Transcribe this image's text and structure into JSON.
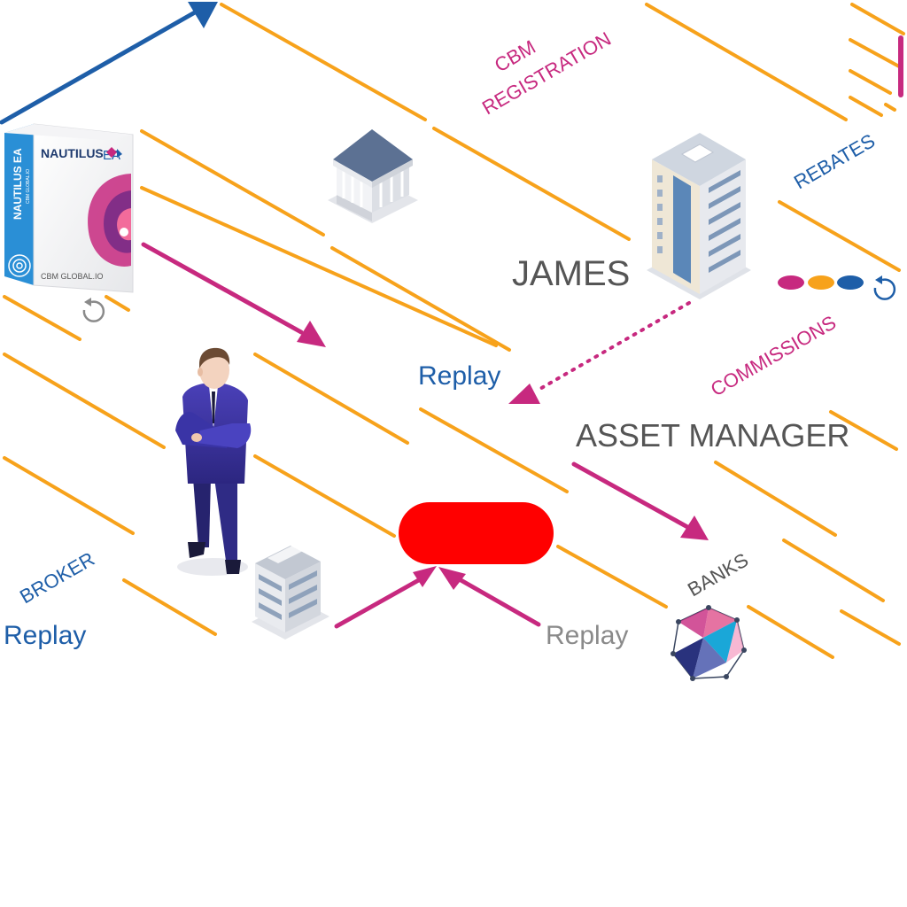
{
  "product": {
    "brand": "NAUTILUS",
    "brand_suffix": "EA",
    "spine": "NAUTILUS EA",
    "spine_sub": "CBM GLOBAL.IO",
    "company": "CBM GLOBAL.IO"
  },
  "labels": {
    "cbm_line1": "CBM",
    "cbm_line2": "REGISTRATION",
    "rebates": "REBATES",
    "james": "JAMES",
    "commissions": "COMMISSIONS",
    "replay_center": "Replay",
    "asset_manager": "ASSET MANAGER",
    "broker": "BROKER",
    "replay_left": "Replay",
    "replay_bottom": "Replay",
    "banks": "BANKS"
  },
  "icons": {
    "replay_small": "replay-icon",
    "replay_right": "replay-icon",
    "bank": "bank-building-icon",
    "tower": "office-tower-icon",
    "office_small": "office-building-icon",
    "person": "businessman-icon",
    "banks_logo": "polyhedron-logo-icon"
  },
  "colors": {
    "orange": "#f7a21b",
    "magenta": "#c7297f",
    "blue": "#1e5ea8",
    "red": "#ff0000",
    "gray_text": "#555555",
    "light_gray_text": "#8a8a8a"
  },
  "dots": [
    "#c7297f",
    "#f7a21b",
    "#1e5ea8"
  ]
}
